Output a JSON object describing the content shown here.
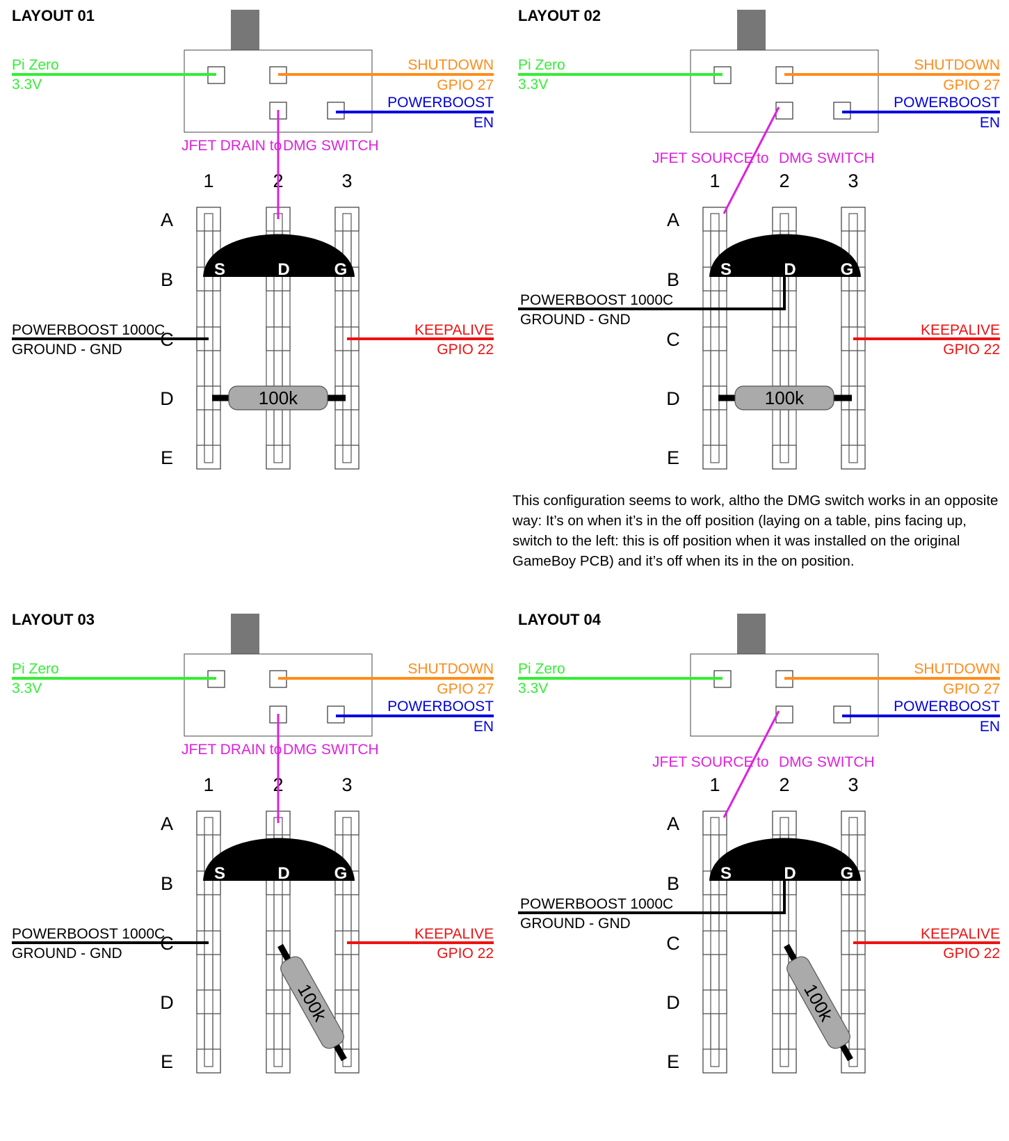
{
  "colors": {
    "pi": "#33ee33",
    "shutdown": "#ff8c1a",
    "powerboost": "#0000dd",
    "jfet": "#dd22dd",
    "keepalive": "#ee1111",
    "ground": "#000000",
    "switch_knob": "#777777",
    "resistor": "#aaaaaa"
  },
  "columns": [
    "1",
    "2",
    "3"
  ],
  "rows": [
    "A",
    "B",
    "C",
    "D",
    "E"
  ],
  "jfet_pins": [
    "S",
    "D",
    "G"
  ],
  "icons": {
    "switch": "slide-switch-icon",
    "jfet": "jfet-transistor-icon",
    "resistor": "resistor-icon"
  },
  "labels": {
    "pi_line1": "Pi Zero",
    "pi_line2": "3.3V",
    "shutdown_line1": "SHUTDOWN",
    "shutdown_line2": "GPIO 27",
    "powerboost_line1": "POWERBOOST",
    "powerboost_line2": "EN",
    "ground_line1": "POWERBOOST 1000C",
    "ground_line2": "GROUND - GND",
    "keepalive_line1": "KEEPALIVE",
    "keepalive_line2": "GPIO 22",
    "resistor": "100k"
  },
  "layouts": [
    {
      "title": "LAYOUT 01",
      "jfet_label": [
        "JFET DRAIN to",
        "DMG SWITCH"
      ],
      "jfet_label_variant": "drain",
      "ground_to": "C1",
      "resistor": "horizontal"
    },
    {
      "title": "LAYOUT 02",
      "jfet_label": [
        "JFET SOURCE",
        "to",
        "DMG SWITCH"
      ],
      "jfet_label_variant": "source",
      "ground_to": "drain",
      "resistor": "horizontal"
    },
    {
      "title": "LAYOUT 03",
      "jfet_label": [
        "JFET DRAIN to",
        "DMG SWITCH"
      ],
      "jfet_label_variant": "drain",
      "ground_to": "C1",
      "resistor": "diagonal"
    },
    {
      "title": "LAYOUT 04",
      "jfet_label": [
        "JFET SOURCE",
        "to",
        "DMG SWITCH"
      ],
      "jfet_label_variant": "source",
      "ground_to": "drain",
      "resistor": "diagonal"
    }
  ],
  "note": "This configuration seems to work, altho the DMG switch works in an opposite way: It’s on when it’s in the off position (laying on a table, pins facing up, switch to the left: this is off position when it was installed on the original GameBoy PCB) and it’s off when its in the on position."
}
